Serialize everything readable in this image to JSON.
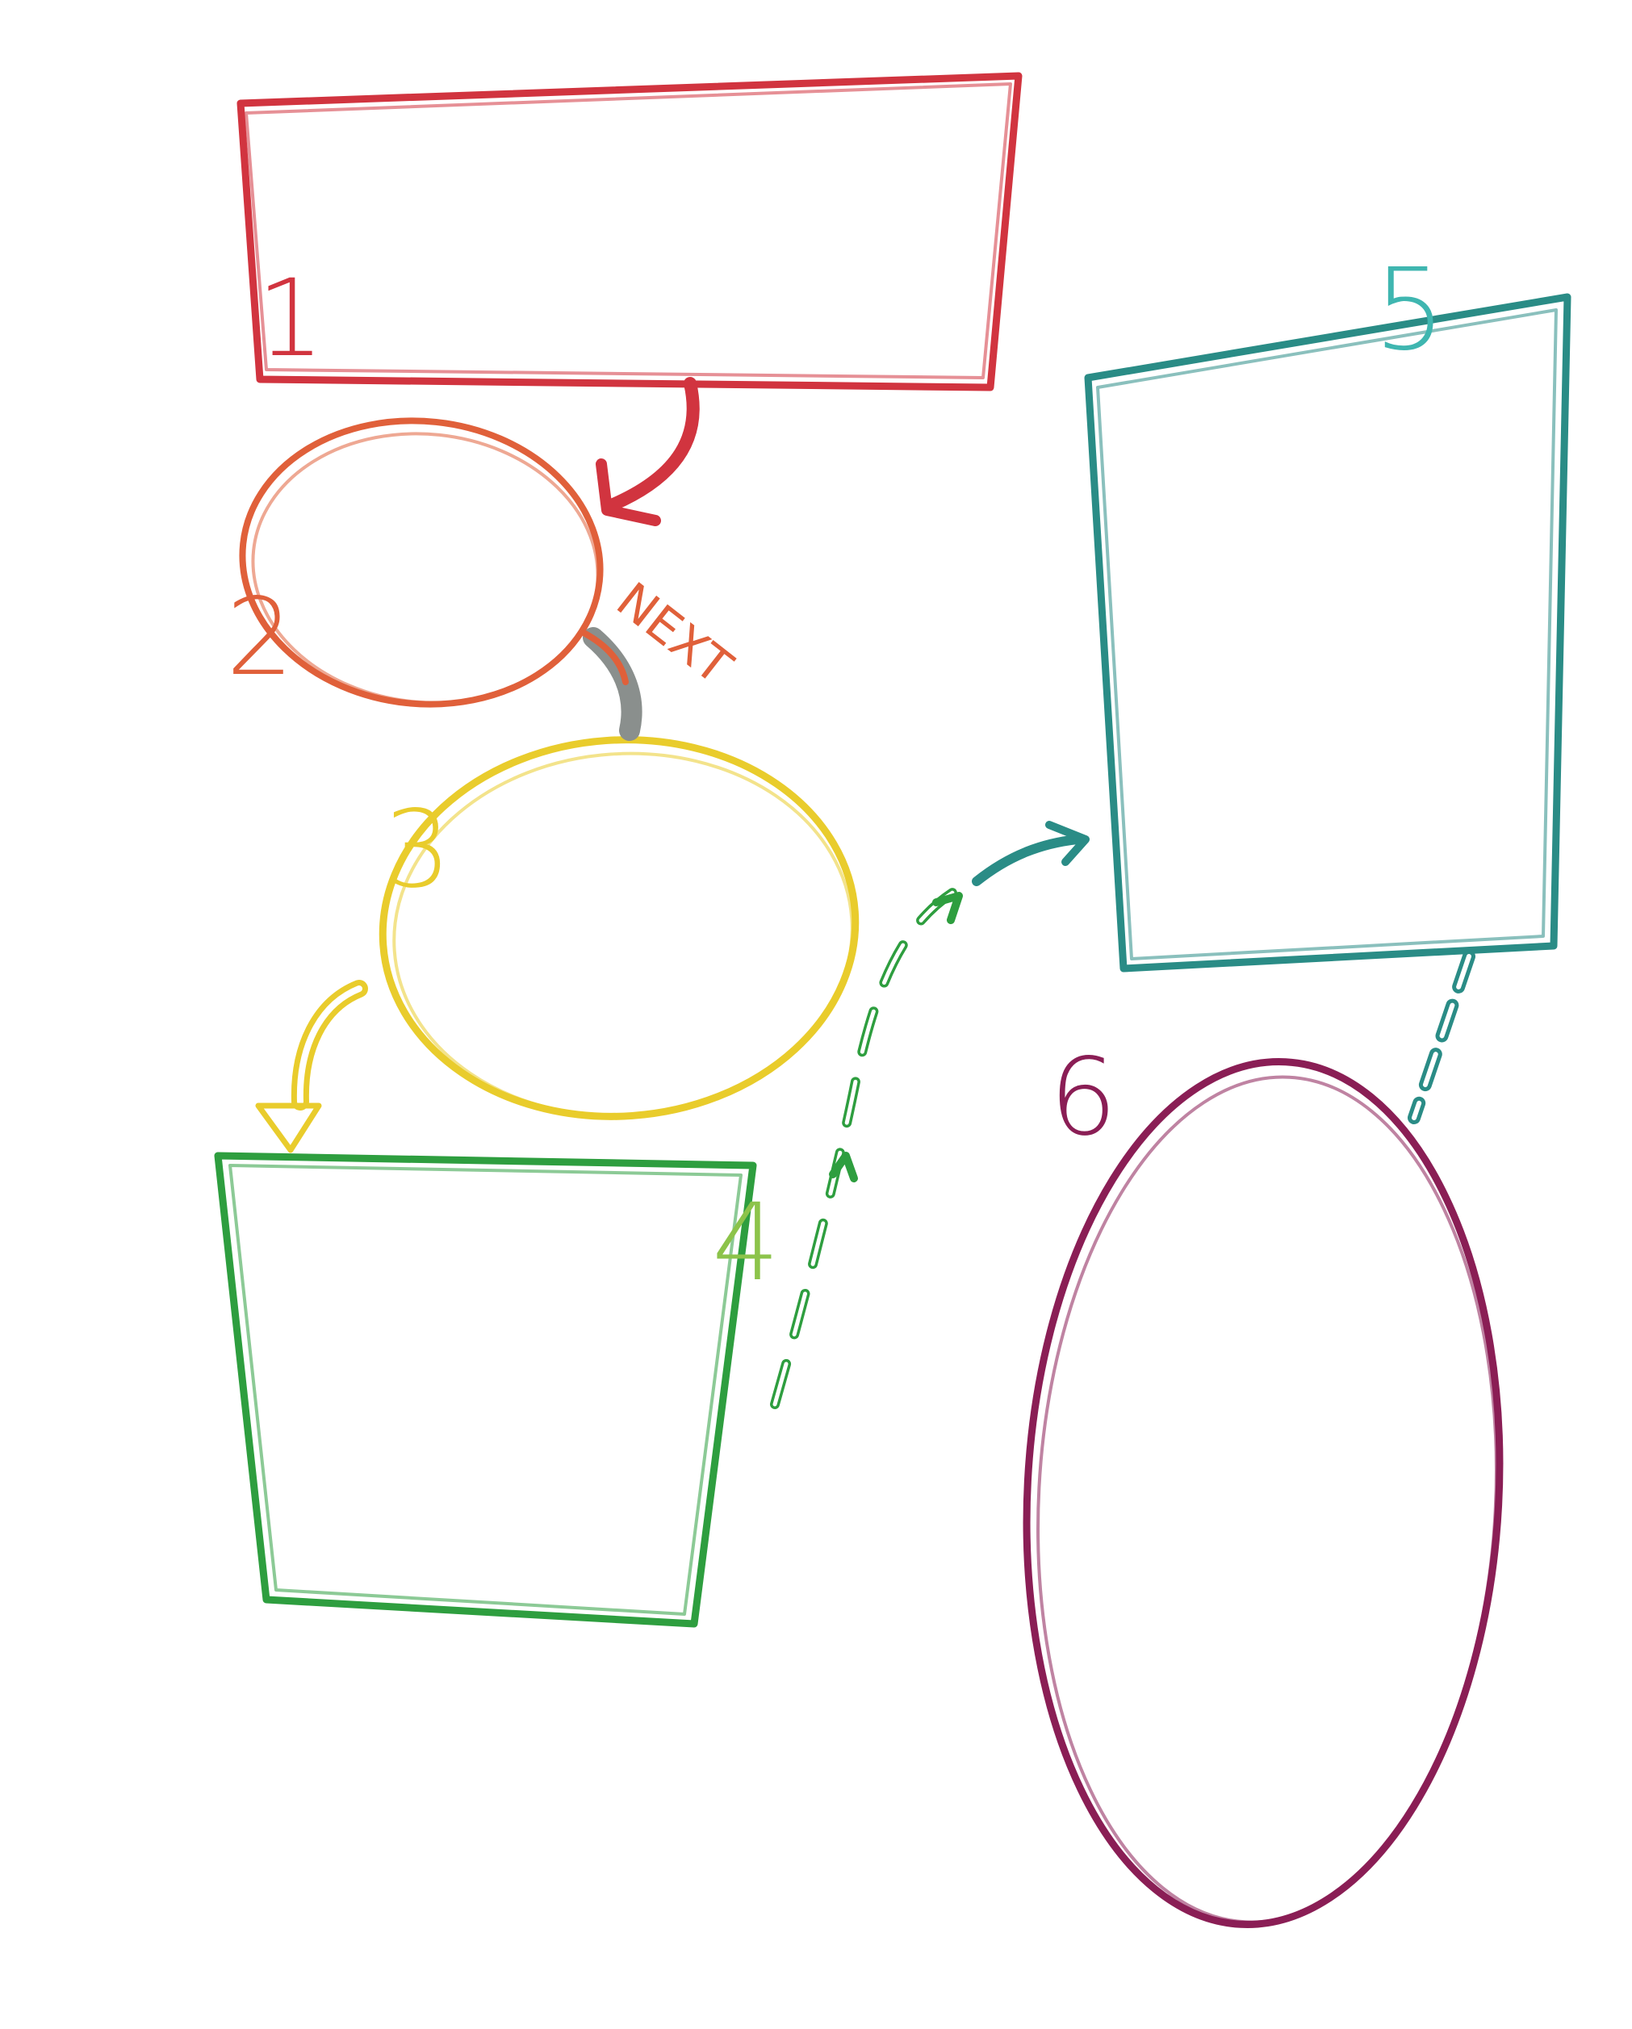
{
  "diagram": {
    "colors": {
      "red": "#d1343f",
      "orange": "#e0603a",
      "yellow": "#e9cc2c",
      "green": "#2e9e3f",
      "light_green": "#8cc34a",
      "teal": "#2a8c86",
      "teal_light": "#3fb6b0",
      "purple": "#8a1e55",
      "gray": "#8a8f8d"
    },
    "nodes": [
      {
        "id": "node-1",
        "shape": "rectangle",
        "number": "1",
        "color": "red"
      },
      {
        "id": "node-2",
        "shape": "ellipse",
        "number": "2",
        "color": "orange"
      },
      {
        "id": "node-3",
        "shape": "ellipse",
        "number": "3",
        "color": "yellow"
      },
      {
        "id": "node-4",
        "shape": "quadrilateral",
        "number": "4",
        "color": "green"
      },
      {
        "id": "node-5",
        "shape": "rectangle",
        "number": "5",
        "color": "teal"
      },
      {
        "id": "node-6",
        "shape": "ellipse",
        "number": "6",
        "color": "purple"
      }
    ],
    "connectors": [
      {
        "from": "node-1",
        "to": "node-2",
        "style": "solid-arrow",
        "color": "red"
      },
      {
        "from": "node-2",
        "to": "node-3",
        "style": "link",
        "label": "NEXT",
        "color": "orange"
      },
      {
        "from": "node-3",
        "to": "node-4",
        "style": "hollow-arrow",
        "color": "yellow"
      },
      {
        "from": "node-4",
        "to": "node-5",
        "style": "dashed-arrow",
        "color": "green"
      },
      {
        "from": "node-5",
        "to": "node-6",
        "style": "dashed-link",
        "color": "teal"
      }
    ]
  }
}
